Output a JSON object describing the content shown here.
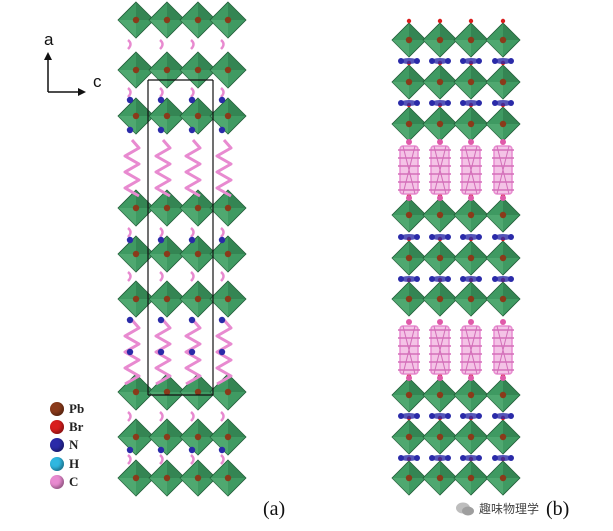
{
  "axes": {
    "a_label": "a",
    "c_label": "c"
  },
  "panels": {
    "left_label": "(a)",
    "right_label": "(b)"
  },
  "legend": [
    {
      "symbol": "Pb",
      "color": "#8a3a1a"
    },
    {
      "symbol": "Br",
      "color": "#d81e1e"
    },
    {
      "symbol": "N",
      "color": "#2a2aa8"
    },
    {
      "symbol": "H",
      "color": "#2fb7e0"
    },
    {
      "symbol": "C",
      "color": "#e88ad0"
    }
  ],
  "watermark": {
    "text": "趣味物理学",
    "icon": "wechat-icon"
  },
  "colors": {
    "octahedron": "#3f9a62",
    "octahedron_dark": "#2b7447",
    "organic_chain": "#e88ad0",
    "nitrogen": "#2a2aa8",
    "lead": "#8a3a1a",
    "bromine": "#d81e1e"
  }
}
